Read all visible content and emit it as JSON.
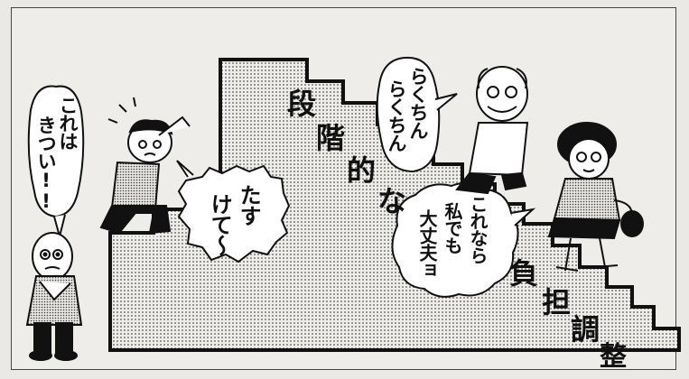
{
  "title_chars": [
    "段",
    "階",
    "的",
    "な"
  ],
  "subtitle_chars": [
    "負",
    "担",
    "調",
    "整"
  ],
  "bubbles": {
    "kitsui": [
      "これは",
      "きつい!!"
    ],
    "tasukete": [
      "たす",
      "けて〜"
    ],
    "rakuchin": [
      "らくちん",
      "らくちん"
    ],
    "daijoubu": [
      "これなら",
      "私でも",
      "大丈夫ョ"
    ]
  },
  "colors": {
    "ink": "#111111",
    "paper": "#efede9",
    "screentone": "#b8b6b2"
  }
}
